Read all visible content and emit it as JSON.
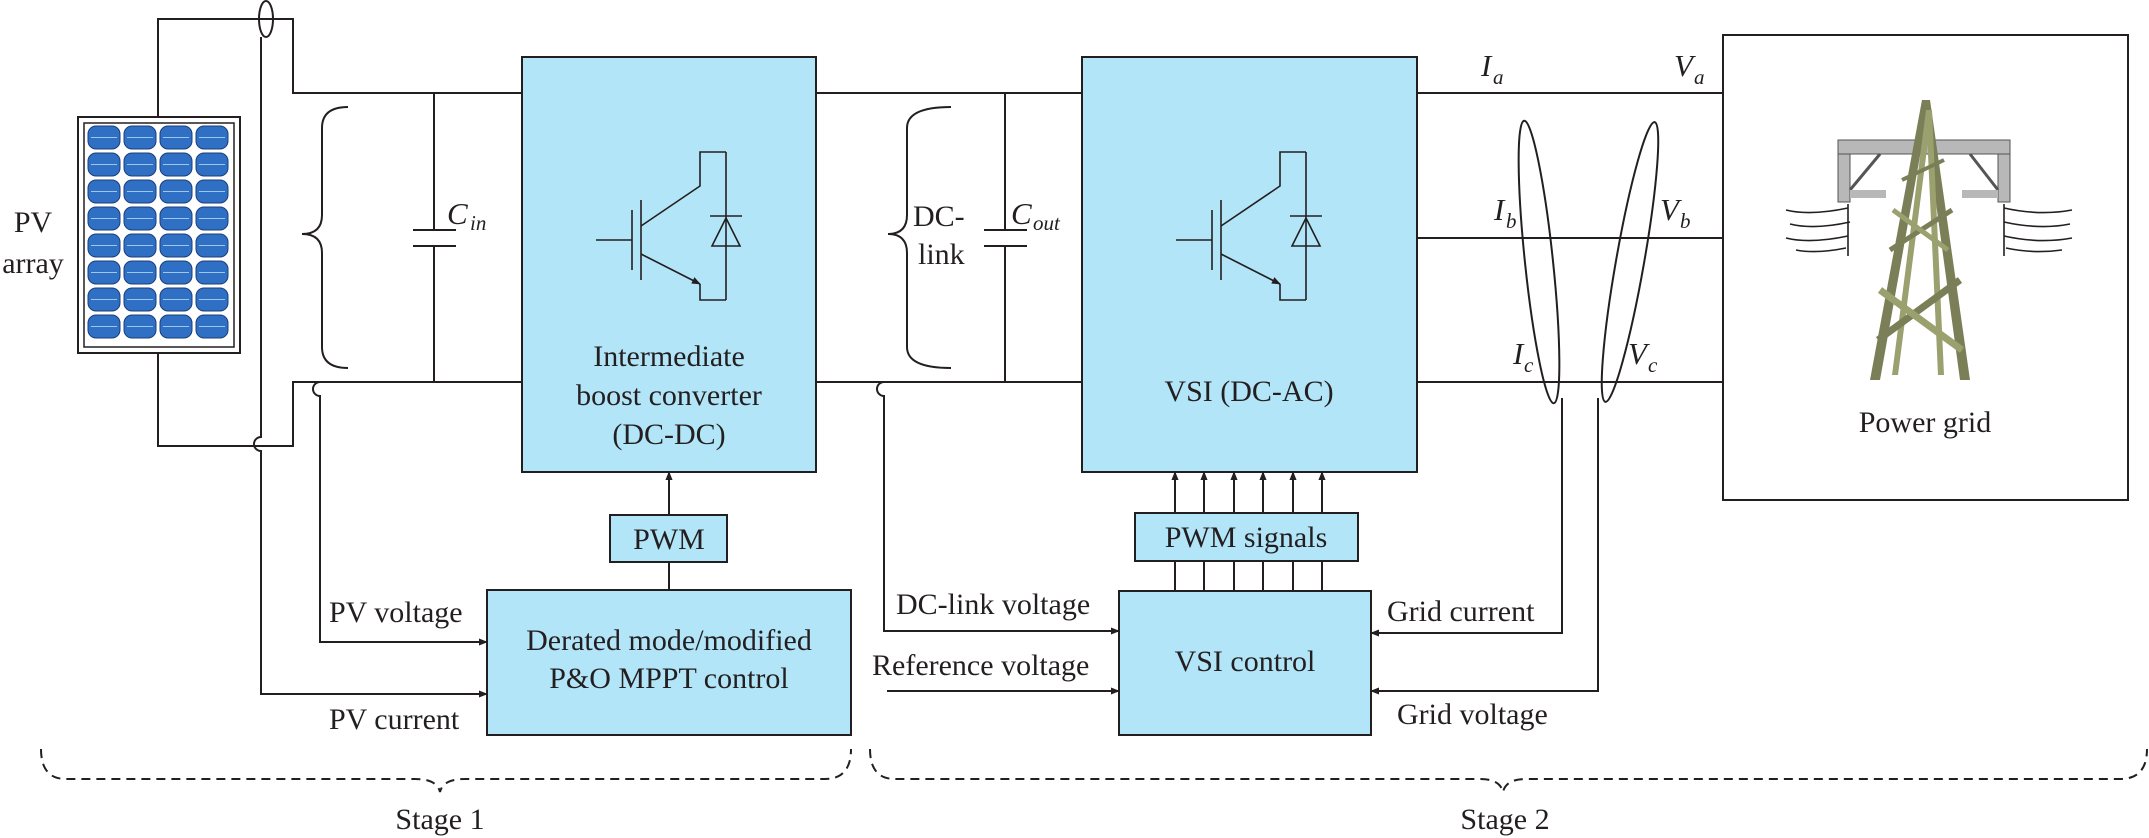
{
  "colors": {
    "block_fill": "#b3e5f8",
    "line": "#231f20",
    "panel_cell": "#2f6fc4",
    "tower_metal": "#b8b8b8",
    "tower_legs": "#7a7f58"
  },
  "labels": {
    "pv_line1": "PV",
    "pv_line2": "array",
    "cin_main": "C",
    "cin_sub": "in",
    "cout_main": "C",
    "cout_sub": "out",
    "dclink_line1": "DC-",
    "dclink_line2": "link",
    "boost_line1": "Intermediate",
    "boost_line2": "boost converter",
    "boost_line3": "(DC-DC)",
    "vsi": "VSI (DC-AC)",
    "pwm": "PWM",
    "pwm_signals": "PWM signals",
    "mppt_line1": "Derated mode/modified",
    "mppt_line2": "P&O MPPT control",
    "vsi_control": "VSI control",
    "pv_voltage": "PV voltage",
    "pv_current": "PV current",
    "dclink_voltage": "DC-link voltage",
    "reference_voltage": "Reference voltage",
    "grid_current": "Grid current",
    "grid_voltage": "Grid voltage",
    "power_grid": "Power grid",
    "ia_main": "I",
    "ia_sub": "a",
    "ib_main": "I",
    "ib_sub": "b",
    "ic_main": "I",
    "ic_sub": "c",
    "va_main": "V",
    "va_sub": "a",
    "vb_main": "V",
    "vb_sub": "b",
    "vc_main": "V",
    "vc_sub": "c",
    "stage1": "Stage 1",
    "stage2": "Stage 2"
  }
}
